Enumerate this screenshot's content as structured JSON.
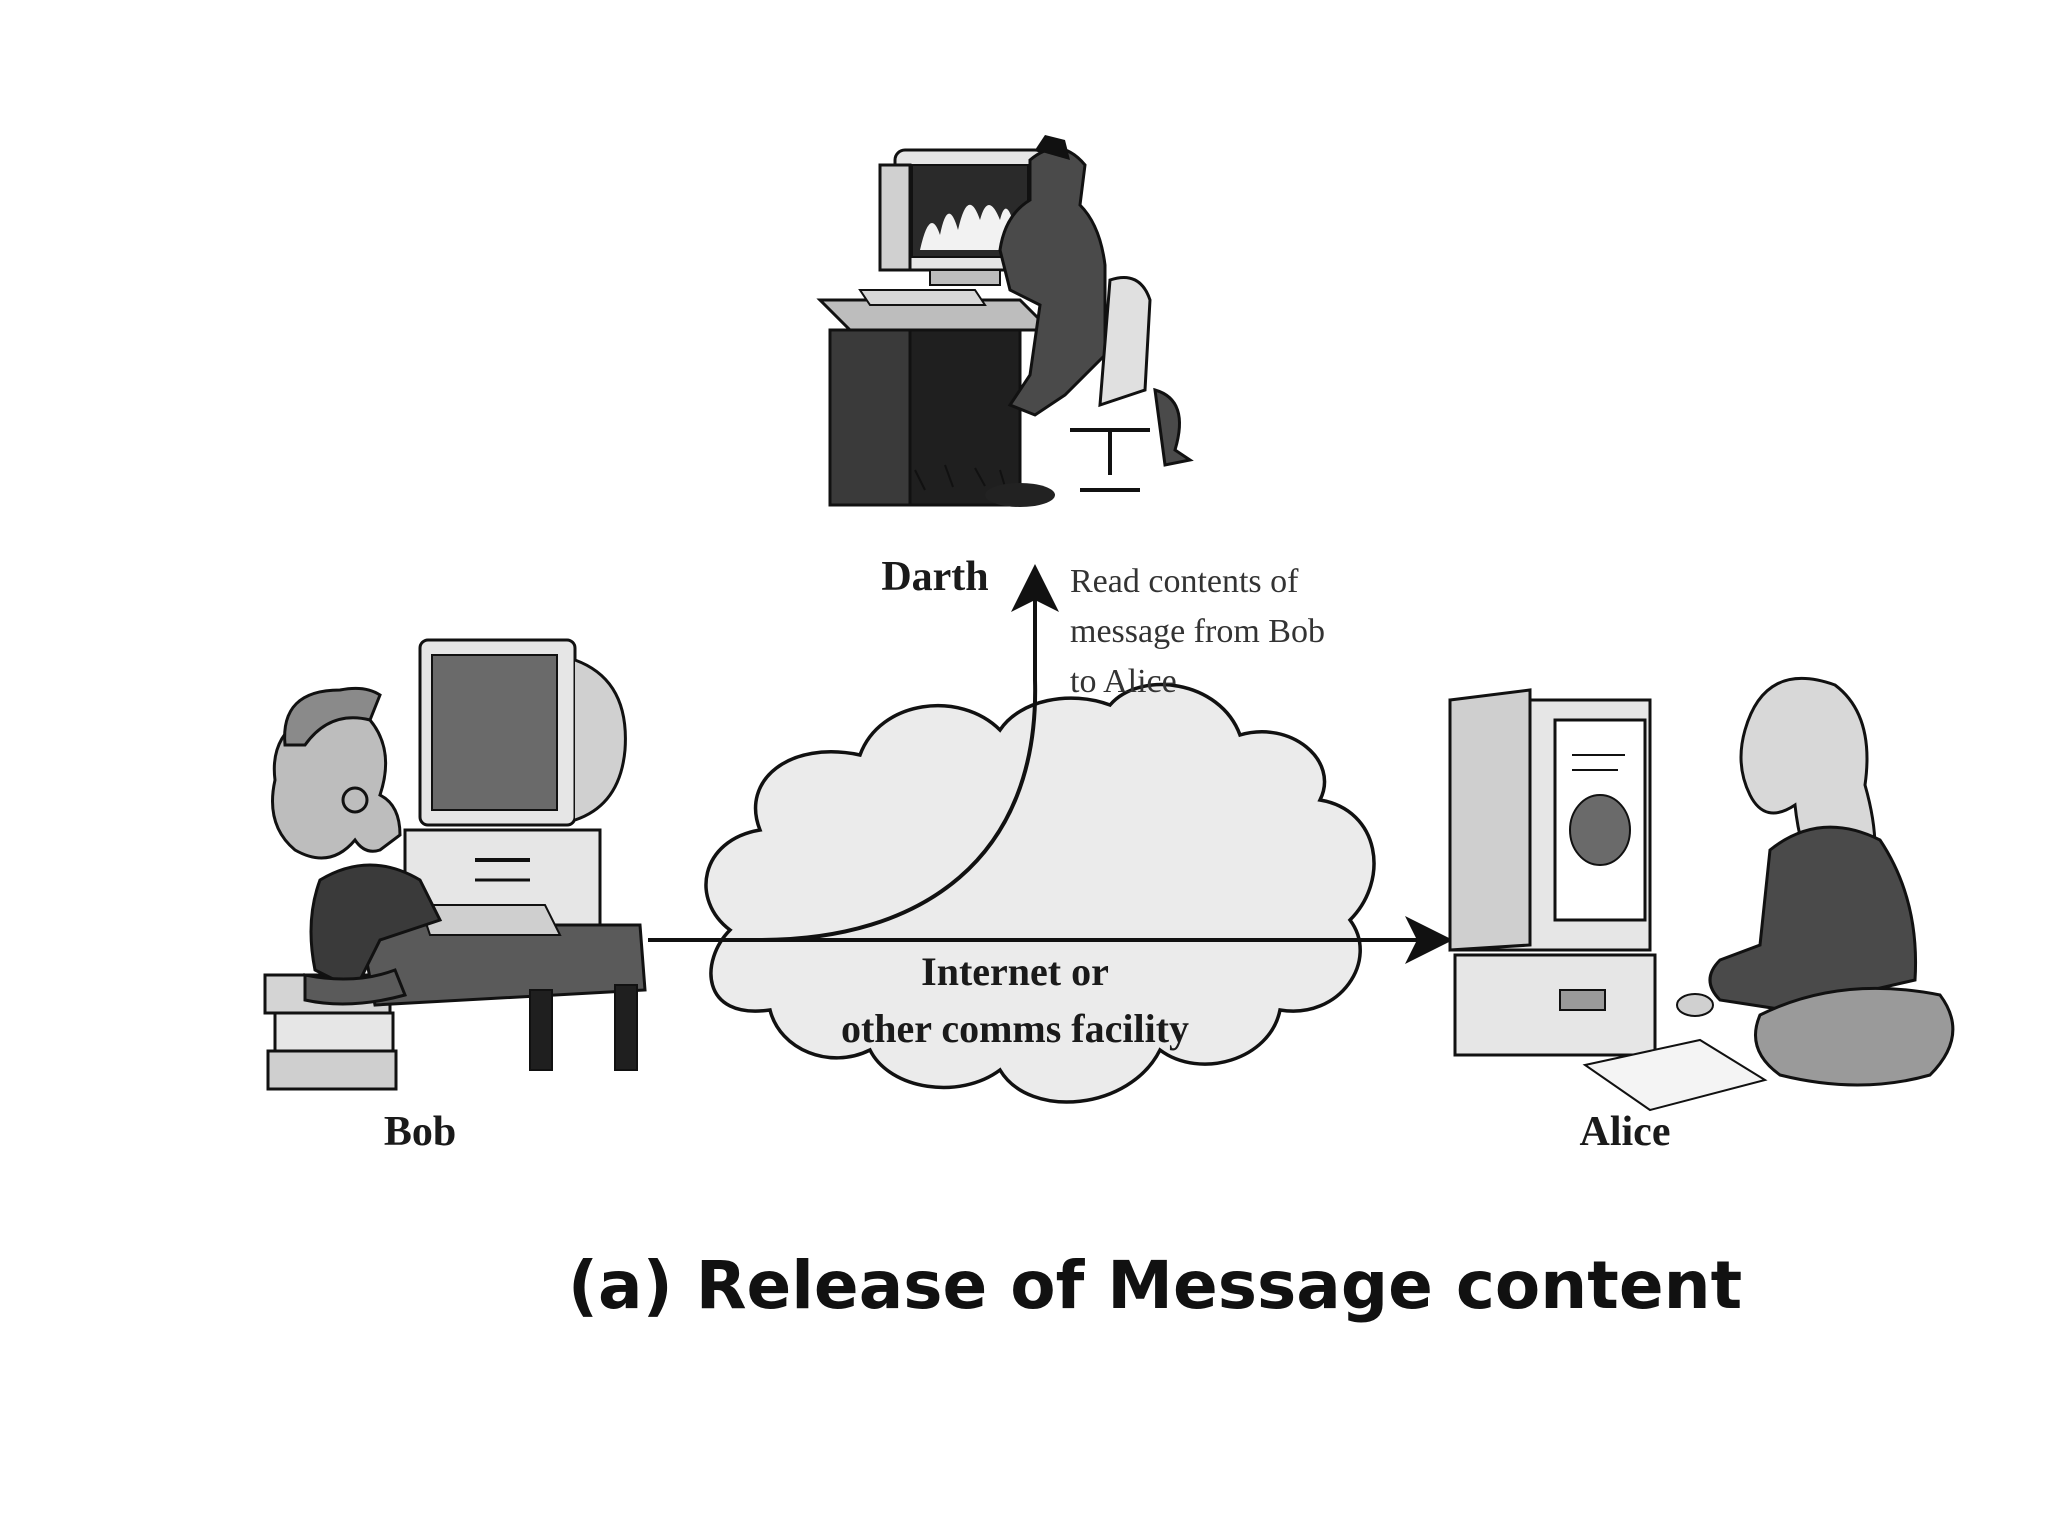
{
  "figure": {
    "caption": "(a) Release of Message content"
  },
  "nodes": {
    "darth": {
      "label": "Darth"
    },
    "bob": {
      "label": "Bob"
    },
    "alice": {
      "label": "Alice"
    }
  },
  "network": {
    "label_line1": "Internet or",
    "label_line2": "other comms facility"
  },
  "annotation": {
    "line1": "Read contents of",
    "line2": "message from Bob",
    "line3": "to Alice"
  },
  "colors": {
    "ink": "#111111",
    "fill_light": "#e6e6e6",
    "fill_mid": "#9a9a9a",
    "fill_dark": "#3a3a3a",
    "cloud_fill": "#ebebeb"
  }
}
